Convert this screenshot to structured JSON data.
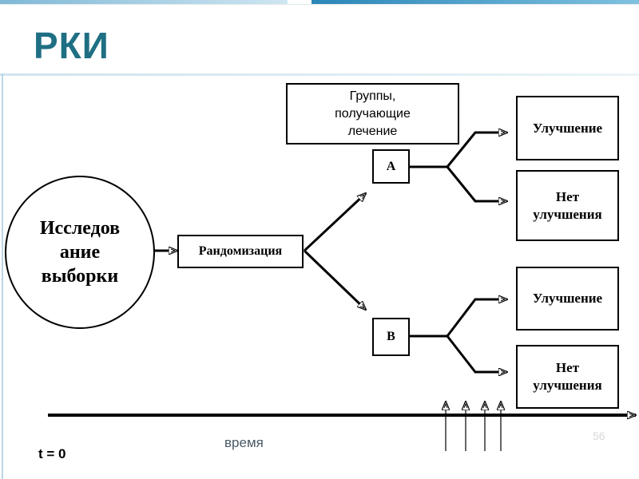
{
  "slide": {
    "title": "РКИ",
    "page_number": "56"
  },
  "diagram": {
    "population": "Исследов\nание\nвыборки",
    "randomization": "Рандомизация",
    "treatment_groups": "Группы,\nполучающие\nлечение",
    "group_a": "А",
    "group_b": "В",
    "outcome_a_improve": "Улучшение",
    "outcome_a_no_improve": "Нет\nулучшения",
    "outcome_b_improve": "Улучшение",
    "outcome_b_no_improve": "Нет\nулучшения",
    "time_label": "время",
    "t_zero": "t = 0"
  },
  "colors": {
    "title": "#1f6f84",
    "accent": "#2b86b8"
  }
}
